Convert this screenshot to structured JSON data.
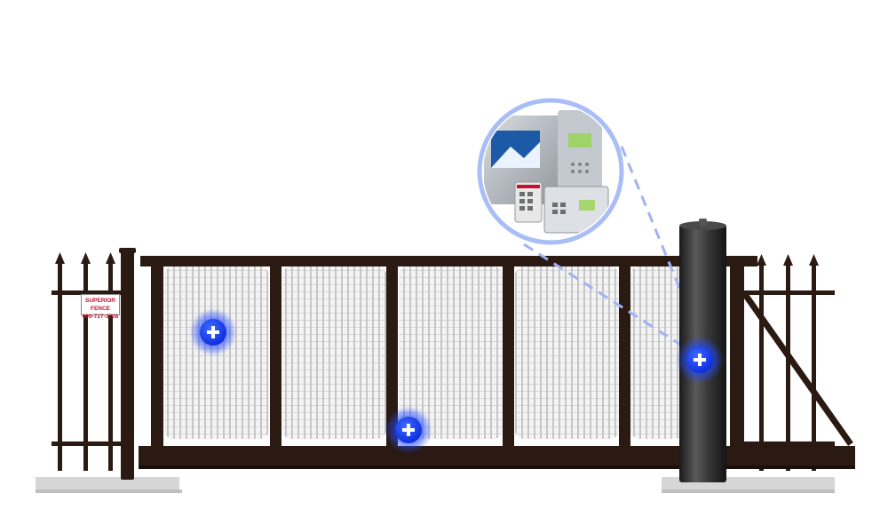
{
  "sign": {
    "company": "SUPERIOR FENCE",
    "phone": "609-727-3708"
  },
  "hotspots": [
    {
      "name": "gate-panel-hotspot",
      "icon": "plus-icon"
    },
    {
      "name": "gate-track-hotspot",
      "icon": "plus-icon"
    },
    {
      "name": "gate-operator-post-hotspot",
      "icon": "plus-icon"
    }
  ],
  "callout": {
    "icon": "access-control-keypads-image"
  },
  "colors": {
    "frame": "#2a1a12",
    "hotspot": "#1a3cf0",
    "callout_ring": "#a9bdf6",
    "ground": "#d9d9d9"
  }
}
